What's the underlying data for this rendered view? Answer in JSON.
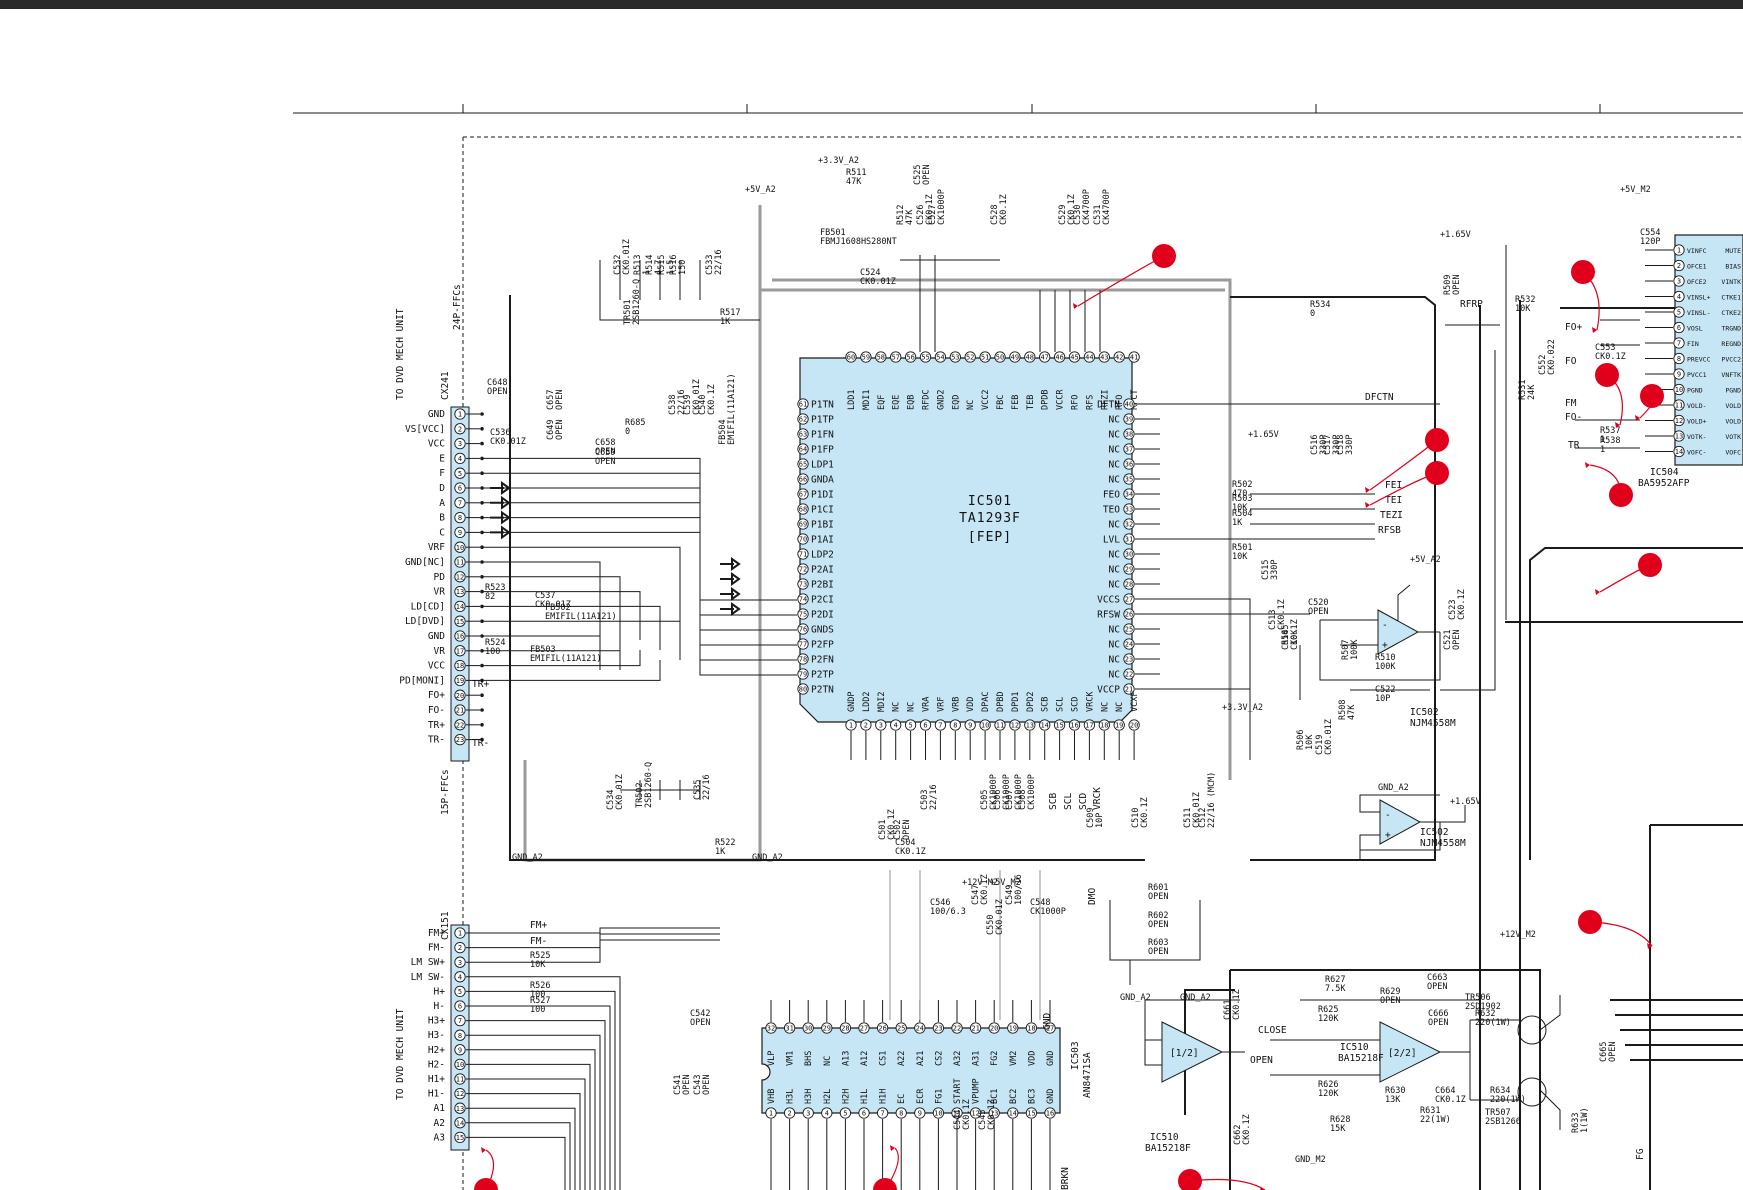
{
  "chips": {
    "ic501": {
      "ref": "IC501",
      "part": "TA1293F",
      "func": "[FEP]"
    },
    "ic503": {
      "ref": "IC503",
      "part": "AN8471SA"
    },
    "ic504": {
      "ref": "IC504",
      "part": "BA5952AFP"
    },
    "ic502a": {
      "ref": "IC502",
      "part": "NJM4558M"
    },
    "ic502b": {
      "ref": "IC502",
      "part": "NJM4558M"
    },
    "ic510": {
      "ref": "IC510",
      "part": "BA15218F",
      "half1": "[1/2]",
      "half2": "[2/2]"
    }
  },
  "connectors": {
    "cx241": {
      "ref": "CX241",
      "type": "24P-FFCs",
      "note": "TO DVD MECH UNIT",
      "pins": [
        "GND",
        "VS[VCC]",
        "VCC",
        "E",
        "F",
        "D",
        "A",
        "B",
        "C",
        "VRF",
        "GND[NC]",
        "PD",
        "VR",
        "LD[CD]",
        "LD[DVD]",
        "GND",
        "VR",
        "VCC",
        "PD[MONI]",
        "FO+",
        "FO-",
        "TR+",
        "TR-"
      ],
      "footer": "15P-FFCs"
    },
    "cx151": {
      "ref": "CX151",
      "note": "TO DVD MECH UNIT",
      "pins": [
        "FM+",
        "FM-",
        "LM SW+",
        "LM SW-",
        "H+",
        "H-",
        "H3+",
        "H3-",
        "H2+",
        "H2-",
        "H1+",
        "H1-",
        "A1",
        "A2",
        "A3"
      ]
    }
  },
  "ic501_pins": {
    "left": [
      "P1TN",
      "P1TP",
      "P1FN",
      "P1FP",
      "LDP1",
      "GNDA",
      "P1DI",
      "P1CI",
      "P1BI",
      "P1AI",
      "LDP2",
      "P2AI",
      "P2BI",
      "P2CI",
      "P2DI",
      "GNDS",
      "P2FP",
      "P2FN",
      "P2TP",
      "P2TN"
    ],
    "left_nums": [
      "61",
      "62",
      "63",
      "64",
      "65",
      "66",
      "67",
      "68",
      "69",
      "70",
      "71",
      "72",
      "73",
      "74",
      "75",
      "76",
      "77",
      "78",
      "79",
      "80"
    ],
    "top": [
      "LDD1",
      "MDI1",
      "EQF",
      "EQE",
      "EQB",
      "RFDC",
      "GND2",
      "EQD",
      "NC",
      "VCC2",
      "FBC",
      "FEB",
      "TEB",
      "DPDB",
      "VCCR",
      "RFO",
      "RFS",
      "RFZI",
      "RFO",
      "RFCT"
    ],
    "top_nums": [
      "60",
      "59",
      "58",
      "57",
      "56",
      "55",
      "54",
      "53",
      "52",
      "51",
      "50",
      "49",
      "48",
      "47",
      "46",
      "45",
      "44",
      "43",
      "42",
      "41"
    ],
    "right": [
      "DFTN",
      "NC",
      "NC",
      "NC",
      "NC",
      "NC",
      "FEO",
      "TEO",
      "NC",
      "LVL",
      "NC",
      "NC",
      "NC",
      "VCCS",
      "RFSW",
      "NC",
      "NC",
      "NC",
      "NC",
      "VCCP"
    ],
    "right_nums": [
      "40",
      "39",
      "38",
      "37",
      "36",
      "35",
      "34",
      "33",
      "32",
      "31",
      "30",
      "29",
      "28",
      "27",
      "26",
      "25",
      "24",
      "23",
      "22",
      "21"
    ],
    "bottom": [
      "GNDP",
      "LDD2",
      "MDI2",
      "NC",
      "NC",
      "VRA",
      "VRF",
      "VRB",
      "VDD",
      "DPAC",
      "DPBD",
      "DPD1",
      "DPD2",
      "SCB",
      "SCL",
      "SCD",
      "VRCK",
      "NC",
      "NC",
      "VCXF"
    ],
    "bottom_nums": [
      "1",
      "2",
      "3",
      "4",
      "5",
      "6",
      "7",
      "8",
      "9",
      "10",
      "11",
      "12",
      "13",
      "14",
      "15",
      "16",
      "17",
      "18",
      "19",
      "20"
    ]
  },
  "ic503_pins": {
    "top": [
      "VLP",
      "VM1",
      "BHS",
      "NC",
      "A13",
      "A12",
      "CS1",
      "A22",
      "A21",
      "CS2",
      "A32",
      "A31",
      "FG2",
      "VM2",
      "VDD",
      "GND"
    ],
    "top_nums": [
      "32",
      "31",
      "30",
      "29",
      "28",
      "27",
      "26",
      "25",
      "24",
      "23",
      "22",
      "21",
      "20",
      "19",
      "18",
      "17"
    ],
    "bottom": [
      "VHB",
      "H3L",
      "H3H",
      "H2L",
      "H2H",
      "H1L",
      "H1H",
      "EC",
      "ECR",
      "FG1",
      "START",
      "VPUMP",
      "BC1",
      "BC2",
      "BC3",
      "GND"
    ],
    "bottom_nums": [
      "1",
      "2",
      "3",
      "4",
      "5",
      "6",
      "7",
      "8",
      "9",
      "10",
      "11",
      "12",
      "13",
      "14",
      "15",
      "16"
    ]
  },
  "ic504_pins": [
    "VINFC",
    "OFCE1",
    "OFCE2",
    "VINSL+",
    "VINSL-",
    "VOSL",
    "FIN",
    "PREVCC",
    "PVCC1",
    "PGND",
    "VOLD-",
    "VOLD+",
    "VOTK-",
    "VOFC-"
  ],
  "ic504_pins_r": [
    "MUTE",
    "BIAS",
    "VINTK",
    "CTKE1",
    "CTKE2",
    "TRGND",
    "REGND",
    "PVCC2",
    "VNFTK",
    "PGND",
    "VOLD",
    "VOLD",
    "VOTK",
    "VOFC"
  ],
  "rails": {
    "v33a2": "+3.3V_A2",
    "v5a2": "+5V_A2",
    "v165": "+1.65V",
    "v12m2": "+12V_M2",
    "v5m2": "+5V_M2",
    "gnda2": "GND_A2",
    "gndm2": "GND_M2",
    "gnd": "GND"
  },
  "net_labels": [
    "FEI",
    "TEI",
    "TEZI",
    "RFSB",
    "DFCTN",
    "RFRP",
    "FM+",
    "FM-",
    "FO+",
    "FO-",
    "TR+",
    "TR-",
    "FO",
    "TR",
    "FM",
    "CLOSE",
    "OPEN",
    "SCB",
    "SCL",
    "SCD",
    "VRCK",
    "FG",
    "DMO",
    "BRKN"
  ],
  "parts": [
    {
      "ref": "R511",
      "val": "47K"
    },
    {
      "ref": "C525",
      "val": "OPEN"
    },
    {
      "ref": "R512",
      "val": "47K"
    },
    {
      "ref": "C526",
      "val": "CK0.1Z"
    },
    {
      "ref": "C527",
      "val": "CK1000P"
    },
    {
      "ref": "C528",
      "val": "CK0.1Z"
    },
    {
      "ref": "C529",
      "val": "CK0.1Z"
    },
    {
      "ref": "C530",
      "val": "CK4700P"
    },
    {
      "ref": "C531",
      "val": "CK4700P"
    },
    {
      "ref": "FB501",
      "val": "FBMJ1608HS280NT"
    },
    {
      "ref": "C524",
      "val": "CK0.01Z"
    },
    {
      "ref": "C532",
      "val": "CK0.01Z"
    },
    {
      "ref": "R513",
      "val": "1"
    },
    {
      "ref": "R514",
      "val": "4.7"
    },
    {
      "ref": "R515",
      "val": "1.5"
    },
    {
      "ref": "R516",
      "val": "150"
    },
    {
      "ref": "C533",
      "val": "22/16"
    },
    {
      "ref": "TR501",
      "val": "2SB1260-Q"
    },
    {
      "ref": "R517",
      "val": "1K"
    },
    {
      "ref": "C648",
      "val": "OPEN"
    },
    {
      "ref": "C536",
      "val": "CK0.01Z"
    },
    {
      "ref": "C657",
      "val": "OPEN"
    },
    {
      "ref": "C659",
      "val": "OPEN"
    },
    {
      "ref": "C649",
      "val": "OPEN"
    },
    {
      "ref": "C658",
      "val": "OPEN"
    },
    {
      "ref": "R685",
      "val": "0"
    },
    {
      "ref": "C538",
      "val": "22/16"
    },
    {
      "ref": "C539",
      "val": "CK0.01Z"
    },
    {
      "ref": "C540",
      "val": "CK0.1Z"
    },
    {
      "ref": "FB504",
      "val": "EMIFIL(11A121)"
    },
    {
      "ref": "R523",
      "val": "82"
    },
    {
      "ref": "C537",
      "val": "CK0.01Z"
    },
    {
      "ref": "FB502",
      "val": "EMIFIL(11A121)"
    },
    {
      "ref": "R524",
      "val": "100"
    },
    {
      "ref": "FB503",
      "val": "EMIFIL(11A121)"
    },
    {
      "ref": "R534",
      "val": "0"
    },
    {
      "ref": "R509",
      "val": "OPEN"
    },
    {
      "ref": "R532",
      "val": "10K"
    },
    {
      "ref": "C552",
      "val": "CK0.022"
    },
    {
      "ref": "C553",
      "val": "CK0.1Z"
    },
    {
      "ref": "R531",
      "val": "24K"
    },
    {
      "ref": "R537",
      "val": "1"
    },
    {
      "ref": "R538",
      "val": "1"
    },
    {
      "ref": "C554",
      "val": "120P"
    },
    {
      "ref": "C516",
      "val": "330P"
    },
    {
      "ref": "C517",
      "val": "330P"
    },
    {
      "ref": "C518",
      "val": "330P"
    },
    {
      "ref": "R502",
      "val": "470"
    },
    {
      "ref": "R503",
      "val": "10K"
    },
    {
      "ref": "R504",
      "val": "1K"
    },
    {
      "ref": "R501",
      "val": "10K"
    },
    {
      "ref": "C515",
      "val": "330P"
    },
    {
      "ref": "C513",
      "val": "CK0.1Z"
    },
    {
      "ref": "C514",
      "val": "CK0.1Z"
    },
    {
      "ref": "C520",
      "val": "OPEN"
    },
    {
      "ref": "C523",
      "val": "CK0.1Z"
    },
    {
      "ref": "C521",
      "val": "OPEN"
    },
    {
      "ref": "R505",
      "val": "10K"
    },
    {
      "ref": "R507",
      "val": "100K"
    },
    {
      "ref": "R510",
      "val": "100K"
    },
    {
      "ref": "C522",
      "val": "10P"
    },
    {
      "ref": "R508",
      "val": "47K"
    },
    {
      "ref": "C519",
      "val": "CK0.01Z"
    },
    {
      "ref": "R506",
      "val": "10K"
    },
    {
      "ref": "C534",
      "val": "CK0.01Z"
    },
    {
      "ref": "TR502",
      "val": "2SB1260-Q"
    },
    {
      "ref": "C535",
      "val": "22/16"
    },
    {
      "ref": "R522",
      "val": "1K"
    },
    {
      "ref": "C501",
      "val": "CK0.1Z"
    },
    {
      "ref": "C502",
      "val": "OPEN"
    },
    {
      "ref": "C503",
      "val": "22/16"
    },
    {
      "ref": "C504",
      "val": "CK0.1Z"
    },
    {
      "ref": "C505",
      "val": "CK1000P"
    },
    {
      "ref": "C506",
      "val": "CK1000P"
    },
    {
      "ref": "C507",
      "val": "CK1000P"
    },
    {
      "ref": "C508",
      "val": "CK1000P"
    },
    {
      "ref": "C509",
      "val": "10P"
    },
    {
      "ref": "C510",
      "val": "CK0.1Z"
    },
    {
      "ref": "C511",
      "val": "CK0.01Z"
    },
    {
      "ref": "C512",
      "val": "22/16 (MCM)"
    },
    {
      "ref": "R525",
      "val": "10K"
    },
    {
      "ref": "R526",
      "val": "100"
    },
    {
      "ref": "R527",
      "val": "100"
    },
    {
      "ref": "C542",
      "val": "OPEN"
    },
    {
      "ref": "C541",
      "val": "OPEN"
    },
    {
      "ref": "C543",
      "val": "OPEN"
    },
    {
      "ref": "C546",
      "val": "100/6.3"
    },
    {
      "ref": "C547",
      "val": "CK0.1Z"
    },
    {
      "ref": "C548",
      "val": "CK1000P"
    },
    {
      "ref": "C549",
      "val": "100/16"
    },
    {
      "ref": "C550",
      "val": "CK0.01Z"
    },
    {
      "ref": "C544",
      "val": "CK0.1Z"
    },
    {
      "ref": "C545",
      "val": "CK0.1Z"
    },
    {
      "ref": "R601",
      "val": "OPEN"
    },
    {
      "ref": "R602",
      "val": "OPEN"
    },
    {
      "ref": "R603",
      "val": "OPEN"
    },
    {
      "ref": "R627",
      "val": "7.5K"
    },
    {
      "ref": "R629",
      "val": "OPEN"
    },
    {
      "ref": "C663",
      "val": "OPEN"
    },
    {
      "ref": "TR506",
      "val": "2SD1902"
    },
    {
      "ref": "R625",
      "val": "120K"
    },
    {
      "ref": "C666",
      "val": "OPEN"
    },
    {
      "ref": "R632",
      "val": "220(1W)"
    },
    {
      "ref": "R626",
      "val": "120K"
    },
    {
      "ref": "R630",
      "val": "13K"
    },
    {
      "ref": "C664",
      "val": "CK0.1Z"
    },
    {
      "ref": "R634",
      "val": "220(1W)"
    },
    {
      "ref": "C665",
      "val": "OPEN"
    },
    {
      "ref": "R628",
      "val": "15K"
    },
    {
      "ref": "R631",
      "val": "22(1W)"
    },
    {
      "ref": "TR507",
      "val": "2SB1266"
    },
    {
      "ref": "R633",
      "val": "1(1W)"
    },
    {
      "ref": "C661",
      "val": "CK0.1Z"
    },
    {
      "ref": "C662",
      "val": "CK0.1Z"
    }
  ],
  "callout_count": 12
}
